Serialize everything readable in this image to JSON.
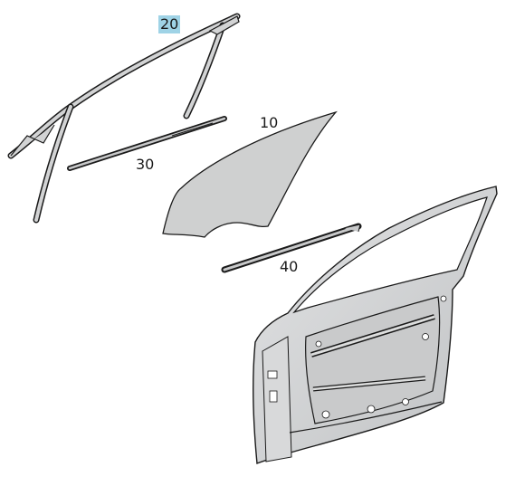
{
  "diagram": {
    "highlight_color": "#9fd3e6",
    "part_fill": "#d2d3d4",
    "glass_fill": "#cfd0d0",
    "outline_color": "#1a1a1a",
    "parts": [
      {
        "id": "window-frame-seal",
        "label": "20",
        "highlighted": true
      },
      {
        "id": "window-glass",
        "label": "10",
        "highlighted": false
      },
      {
        "id": "inner-belt-strip",
        "label": "30",
        "highlighted": false
      },
      {
        "id": "outer-belt-strip",
        "label": "40",
        "highlighted": false
      }
    ]
  }
}
